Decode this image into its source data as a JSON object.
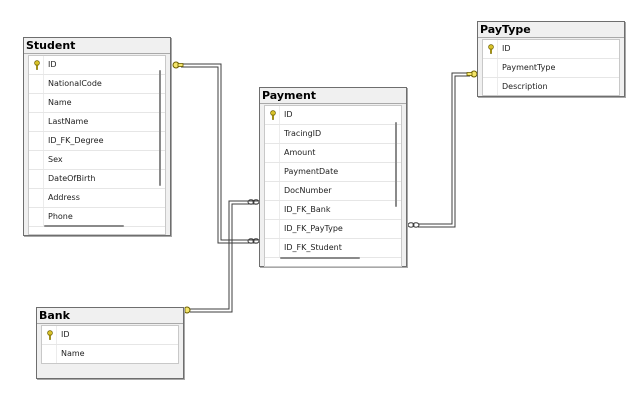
{
  "tables": {
    "student": {
      "title": "Student",
      "columns": [
        "ID",
        "NationalCode",
        "Name",
        "LastName",
        "ID_FK_Degree",
        "Sex",
        "DateOfBirth",
        "Address",
        "Phone"
      ]
    },
    "payment": {
      "title": "Payment",
      "columns": [
        "ID",
        "TracingID",
        "Amount",
        "PaymentDate",
        "DocNumber",
        "ID_FK_Bank",
        "ID_FK_PayType",
        "ID_FK_Student"
      ]
    },
    "paytype": {
      "title": "PayType",
      "columns": [
        "ID",
        "PaymentType",
        "Description"
      ]
    },
    "bank": {
      "title": "Bank",
      "columns": [
        "ID",
        "Name"
      ]
    }
  },
  "relationships": [
    {
      "from": "Payment.ID_FK_Student",
      "to": "Student.ID"
    },
    {
      "from": "Payment.ID_FK_Bank",
      "to": "Bank.ID"
    },
    {
      "from": "Payment.ID_FK_PayType",
      "to": "PayType.ID"
    }
  ],
  "icons": {
    "primary_key": "key-icon",
    "one_end": "key-connector-icon",
    "many_end": "infinity-connector-icon"
  },
  "colors": {
    "key": "#d8c22a",
    "line": "#3c3c3c"
  }
}
